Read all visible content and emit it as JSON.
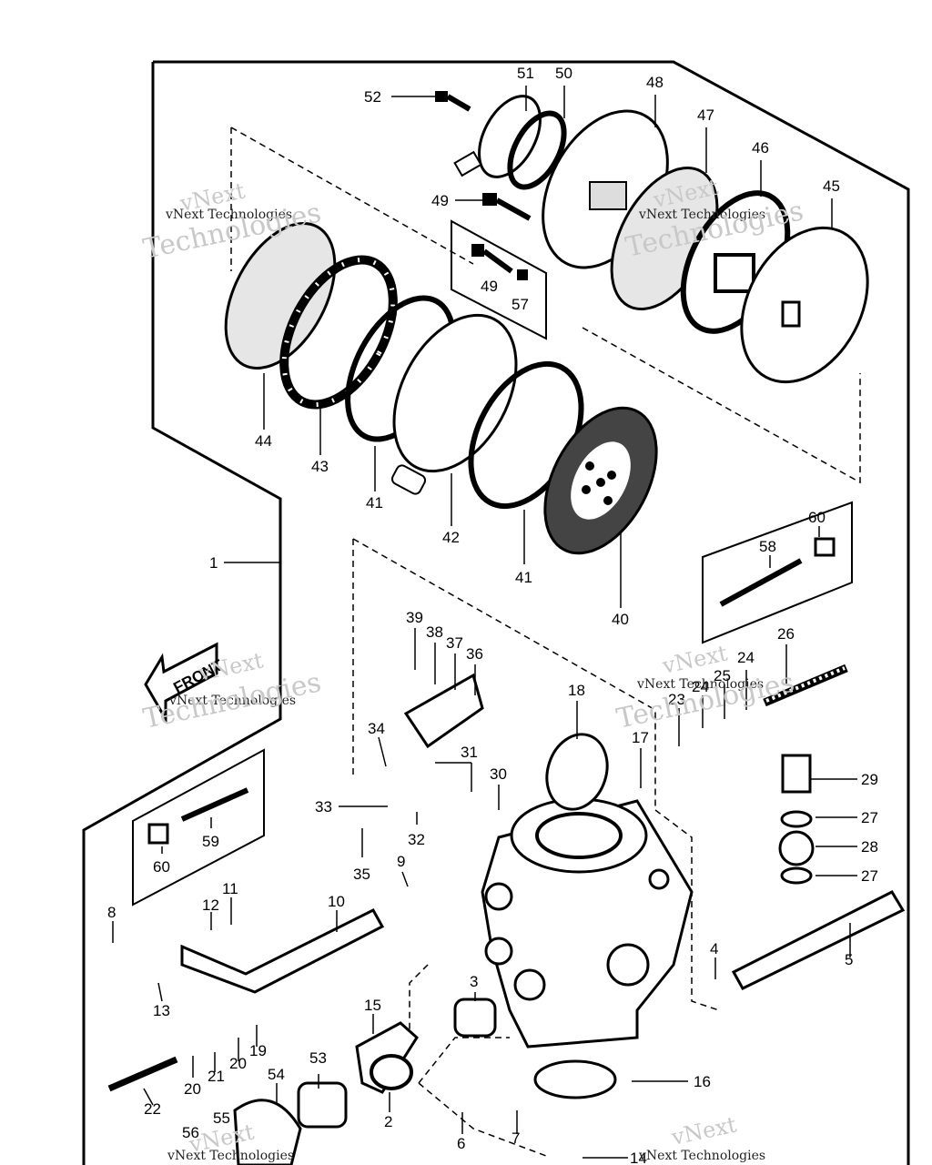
{
  "watermark": {
    "brand": "vNext",
    "line": "vNext Technologies",
    "word": "Technologies"
  },
  "front_arrow": "FRONT",
  "callouts": [
    {
      "id": "c52",
      "text": "52"
    },
    {
      "id": "c51",
      "text": "51"
    },
    {
      "id": "c50",
      "text": "50"
    },
    {
      "id": "c48",
      "text": "48"
    },
    {
      "id": "c47",
      "text": "47"
    },
    {
      "id": "c46",
      "text": "46"
    },
    {
      "id": "c45",
      "text": "45"
    },
    {
      "id": "c49a",
      "text": "49"
    },
    {
      "id": "c49b",
      "text": "49"
    },
    {
      "id": "c57",
      "text": "57"
    },
    {
      "id": "c44",
      "text": "44"
    },
    {
      "id": "c43",
      "text": "43"
    },
    {
      "id": "c41a",
      "text": "41"
    },
    {
      "id": "c42",
      "text": "42"
    },
    {
      "id": "c41b",
      "text": "41"
    },
    {
      "id": "c40",
      "text": "40"
    },
    {
      "id": "c1",
      "text": "1"
    },
    {
      "id": "c60a",
      "text": "60"
    },
    {
      "id": "c58",
      "text": "58"
    },
    {
      "id": "c39",
      "text": "39"
    },
    {
      "id": "c38",
      "text": "38"
    },
    {
      "id": "c37",
      "text": "37"
    },
    {
      "id": "c36",
      "text": "36"
    },
    {
      "id": "c26",
      "text": "26"
    },
    {
      "id": "c24a",
      "text": "24"
    },
    {
      "id": "c24b",
      "text": "24"
    },
    {
      "id": "c25",
      "text": "25"
    },
    {
      "id": "c23",
      "text": "23"
    },
    {
      "id": "c18",
      "text": "18"
    },
    {
      "id": "c17",
      "text": "17"
    },
    {
      "id": "c34",
      "text": "34"
    },
    {
      "id": "c31",
      "text": "31"
    },
    {
      "id": "c30",
      "text": "30"
    },
    {
      "id": "c33",
      "text": "33"
    },
    {
      "id": "c32",
      "text": "32"
    },
    {
      "id": "c35",
      "text": "35"
    },
    {
      "id": "c29",
      "text": "29"
    },
    {
      "id": "c27a",
      "text": "27"
    },
    {
      "id": "c28",
      "text": "28"
    },
    {
      "id": "c27b",
      "text": "27"
    },
    {
      "id": "c59",
      "text": "59"
    },
    {
      "id": "c60b",
      "text": "60"
    },
    {
      "id": "c9",
      "text": "9"
    },
    {
      "id": "c11",
      "text": "11"
    },
    {
      "id": "c12",
      "text": "12"
    },
    {
      "id": "c10",
      "text": "10"
    },
    {
      "id": "c8",
      "text": "8"
    },
    {
      "id": "c13",
      "text": "13"
    },
    {
      "id": "c4",
      "text": "4"
    },
    {
      "id": "c5",
      "text": "5"
    },
    {
      "id": "c3",
      "text": "3"
    },
    {
      "id": "c15",
      "text": "15"
    },
    {
      "id": "c19",
      "text": "19"
    },
    {
      "id": "c20a",
      "text": "20"
    },
    {
      "id": "c21",
      "text": "21"
    },
    {
      "id": "c20b",
      "text": "20"
    },
    {
      "id": "c54",
      "text": "54"
    },
    {
      "id": "c53",
      "text": "53"
    },
    {
      "id": "c22",
      "text": "22"
    },
    {
      "id": "c16",
      "text": "16"
    },
    {
      "id": "c2",
      "text": "2"
    },
    {
      "id": "c6",
      "text": "6"
    },
    {
      "id": "c7",
      "text": "7"
    },
    {
      "id": "c55",
      "text": "55"
    },
    {
      "id": "c56",
      "text": "56"
    },
    {
      "id": "c14",
      "text": "14"
    }
  ]
}
